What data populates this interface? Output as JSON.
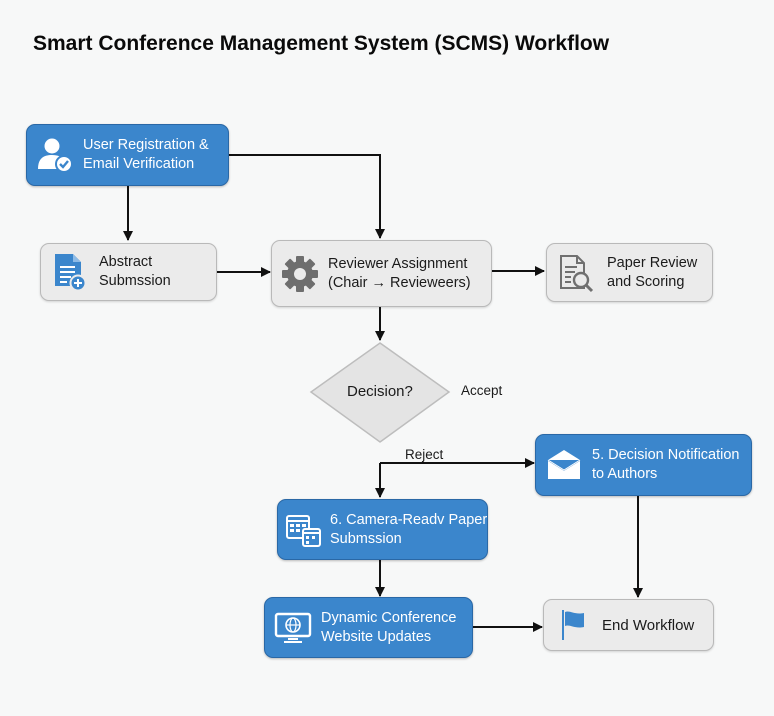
{
  "title": "Smart Conference Management System (SCMS) Workflow",
  "colors": {
    "blue_node": "#3b86cc",
    "gray_node": "#ebebeb",
    "arrow": "#111111",
    "diamond": "#e4e4e4"
  },
  "nodes": {
    "registration": {
      "lines": [
        "User Registration &",
        "Email Verification"
      ],
      "icon": "user-check-icon",
      "style": "blue"
    },
    "abstract": {
      "lines": [
        "Abstract",
        "Submssion"
      ],
      "icon": "document-add-icon",
      "style": "gray"
    },
    "reviewer_assignment": {
      "lines": [
        "Reviewer Assignment",
        "(Chair → Revieweers)"
      ],
      "icon": "gear-icon",
      "style": "gray"
    },
    "paper_review": {
      "lines": [
        "Paper Review",
        "and Scoring"
      ],
      "icon": "document-search-icon",
      "style": "gray"
    },
    "decision": {
      "label": "Decision?",
      "shape": "diamond"
    },
    "notification": {
      "lines": [
        "5. Decision Notification",
        "to Authors"
      ],
      "icon": "envelope-icon",
      "style": "blue"
    },
    "camera_ready": {
      "lines": [
        "6. Camera-Readv Paper",
        "Submssion"
      ],
      "icon": "calendar-icon",
      "style": "blue"
    },
    "website": {
      "lines": [
        "Dynamic Conference",
        "Website Updates"
      ],
      "icon": "monitor-globe-icon",
      "style": "blue"
    },
    "end": {
      "lines": [
        "End Workflow"
      ],
      "icon": "flag-icon",
      "style": "gray"
    }
  },
  "edge_labels": {
    "accept": "Accept",
    "reject": "Reject"
  }
}
